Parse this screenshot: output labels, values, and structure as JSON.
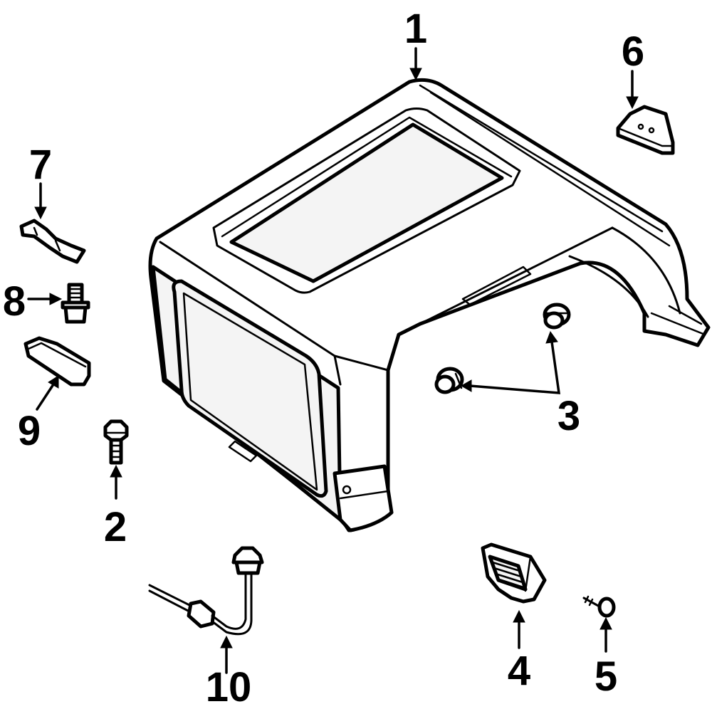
{
  "diagram": {
    "callouts": {
      "hardtop": "1",
      "bolt_rear": "2",
      "plugs": "3",
      "corner_trim": "4",
      "screw": "5",
      "bracket_right": "6",
      "bracket_left": "7",
      "bolt_left": "8",
      "pad": "9",
      "drain_hose": "10"
    },
    "colors": {
      "line": "#000000",
      "background": "#ffffff"
    }
  }
}
